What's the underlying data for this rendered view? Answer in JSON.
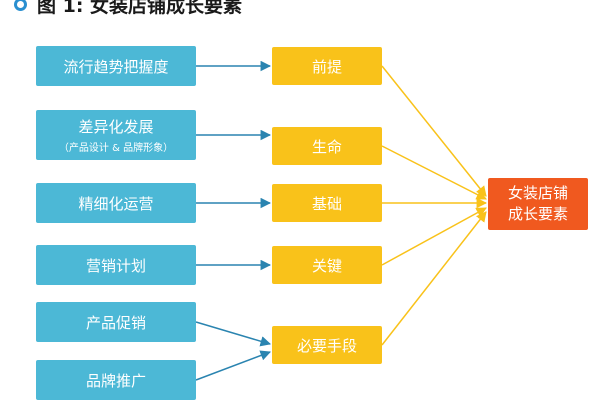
{
  "title": "图 1: 女装店铺成长要素",
  "colors": {
    "factor": "#4cb8d6",
    "role": "#f9c21a",
    "goal": "#f0591f",
    "blue_arrow": "#2a84b0",
    "yellow_arrow": "#f9c21a"
  },
  "factors": [
    {
      "label": "流行趋势把握度",
      "sub": ""
    },
    {
      "label": "差异化发展",
      "sub": "（产品设计 & 品牌形象）"
    },
    {
      "label": "精细化运营",
      "sub": ""
    },
    {
      "label": "营销计划",
      "sub": ""
    },
    {
      "label": "产品促销",
      "sub": ""
    },
    {
      "label": "品牌推广",
      "sub": ""
    }
  ],
  "roles": [
    {
      "label": "前提"
    },
    {
      "label": "生命"
    },
    {
      "label": "基础"
    },
    {
      "label": "关键"
    },
    {
      "label": "必要手段"
    }
  ],
  "goal": {
    "line1": "女装店铺",
    "line2": "成长要素"
  }
}
